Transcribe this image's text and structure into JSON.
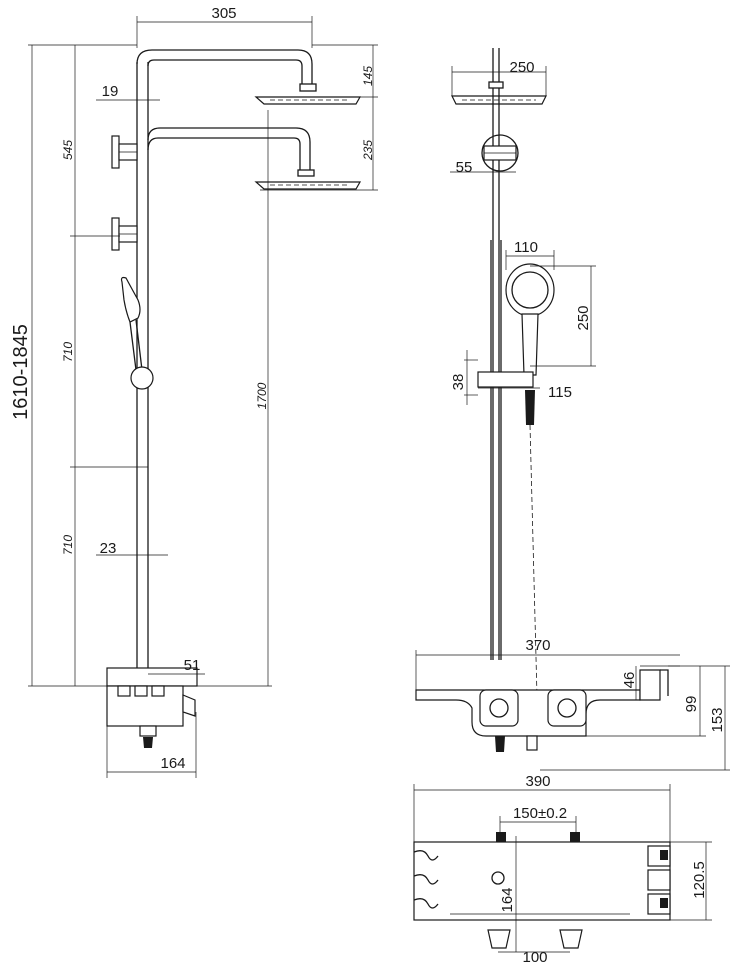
{
  "side_view": {
    "dim_width_head": "305",
    "dim_pipe_gap": "19",
    "dim_head_drop": "145",
    "dim_lower_arm": "235",
    "dim_upper_spacing": "545",
    "dim_total_height": "1610-1845",
    "dim_mid_710": "710",
    "dim_low_710": "710",
    "dim_body_height": "1700",
    "dim_low_gap": "23",
    "dim_valve_offset": "51",
    "dim_valve_depth": "164"
  },
  "front_view": {
    "dim_head_dia": "250",
    "dim_bracket": "55",
    "dim_hand_width": "110",
    "dim_hand_length": "250",
    "dim_holder_height": "38",
    "dim_holder_width": "115",
    "dim_tray_width": "370",
    "dim_tray_lip": "46",
    "dim_tray_body": "99",
    "dim_tray_total": "153"
  },
  "top_view": {
    "dim_overall_width": "390",
    "dim_inlet_spacing": "150±0.2",
    "dim_depth": "120.5",
    "dim_center": "164",
    "dim_outlet_spacing": "100"
  }
}
